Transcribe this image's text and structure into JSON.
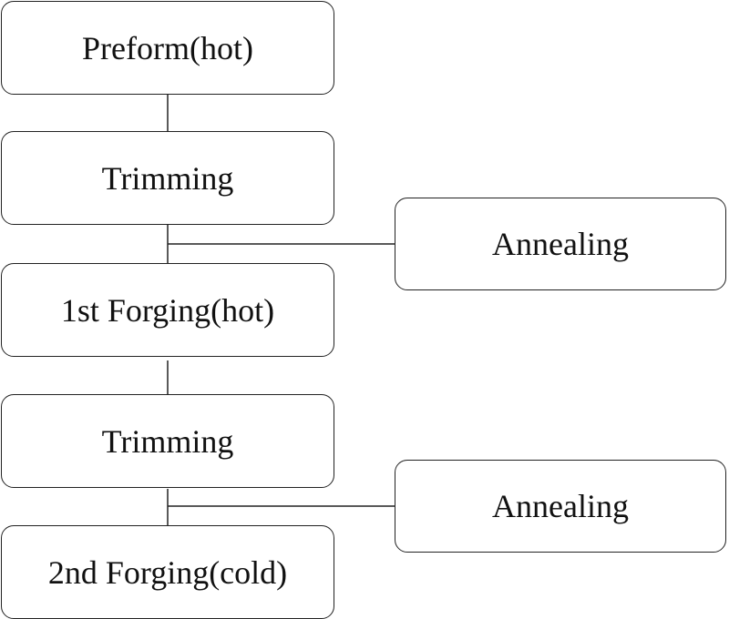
{
  "diagram": {
    "nodes": [
      {
        "id": "preform",
        "label": "Preform(hot)"
      },
      {
        "id": "trimming-1",
        "label": "Trimming"
      },
      {
        "id": "forging-1",
        "label": "1st Forging(hot)"
      },
      {
        "id": "trimming-2",
        "label": "Trimming"
      },
      {
        "id": "forging-2",
        "label": "2nd Forging(cold)"
      },
      {
        "id": "annealing-1",
        "label": "Annealing"
      },
      {
        "id": "annealing-2",
        "label": "Annealing"
      }
    ],
    "edges": [
      {
        "from": "preform",
        "to": "trimming-1"
      },
      {
        "from": "trimming-1",
        "to": "forging-1"
      },
      {
        "from": "annealing-1",
        "to": "trimming-1-forging-1-link"
      },
      {
        "from": "forging-1",
        "to": "trimming-2"
      },
      {
        "from": "trimming-2",
        "to": "forging-2"
      },
      {
        "from": "annealing-2",
        "to": "trimming-2-forging-2-link"
      }
    ],
    "colors": {
      "border": "#222222",
      "text": "#111111",
      "background": "#ffffff"
    }
  }
}
